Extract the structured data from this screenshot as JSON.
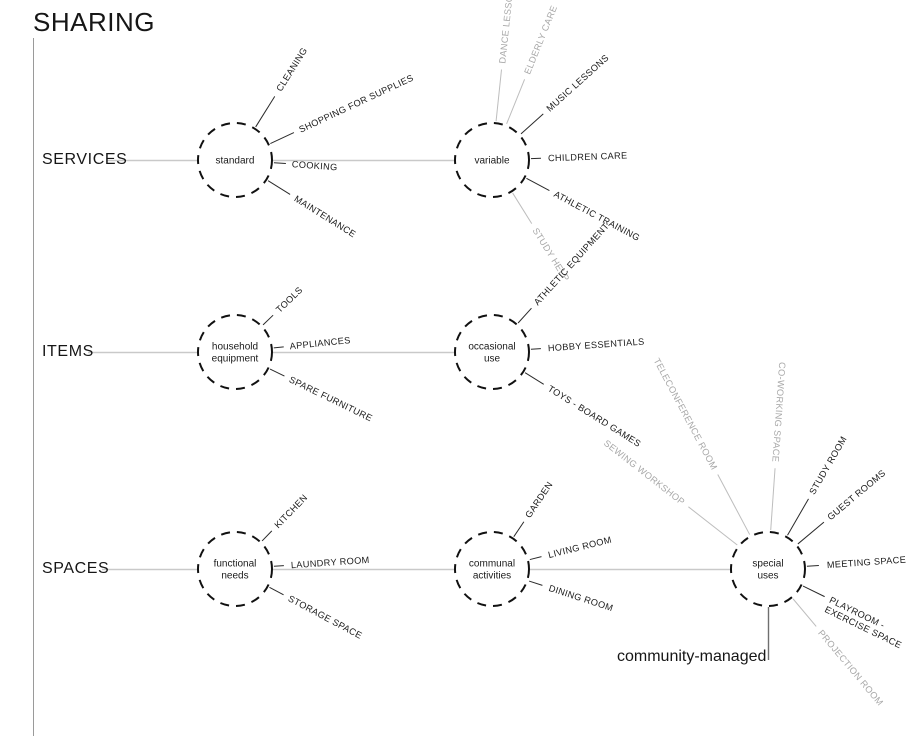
{
  "diagram": {
    "title": "SHARING",
    "footnote": "community-managed",
    "colors": {
      "ink": "#1a1a1a",
      "muted": "#a8a8a8",
      "rail": "#c9c9c9",
      "axis": "#9a9a9a",
      "background": "#ffffff"
    },
    "rows": [
      {
        "label": "SERVICES",
        "nodes": [
          {
            "name": "standard",
            "lines": [
              "standard"
            ],
            "spokes": [
              {
                "label": "CLEANING",
                "muted": false
              },
              {
                "label": "SHOPPING FOR SUPPLIES",
                "muted": false
              },
              {
                "label": "COOKING",
                "muted": false
              },
              {
                "label": "MAINTENANCE",
                "muted": false
              }
            ]
          },
          {
            "name": "variable",
            "lines": [
              "variable"
            ],
            "spokes": [
              {
                "label": "DANCE LESSONS",
                "muted": true
              },
              {
                "label": "ELDERLY CARE",
                "muted": true
              },
              {
                "label": "MUSIC LESSONS",
                "muted": false
              },
              {
                "label": "CHILDREN CARE",
                "muted": false
              },
              {
                "label": "ATHLETIC TRAINING",
                "muted": false
              },
              {
                "label": "STUDY HELP",
                "muted": true
              }
            ]
          }
        ]
      },
      {
        "label": "ITEMS",
        "nodes": [
          {
            "name": "household equipment",
            "lines": [
              "household",
              "equipment"
            ],
            "spokes": [
              {
                "label": "TOOLS",
                "muted": false
              },
              {
                "label": "APPLIANCES",
                "muted": false
              },
              {
                "label": "SPARE FURNITURE",
                "muted": false
              }
            ]
          },
          {
            "name": "occasional use",
            "lines": [
              "occasional",
              "use"
            ],
            "spokes": [
              {
                "label": "ATHLETIC EQUIPMENT",
                "muted": false
              },
              {
                "label": "HOBBY ESSENTIALS",
                "muted": false
              },
              {
                "label": "TOYS - BOARD GAMES",
                "muted": false
              }
            ]
          }
        ]
      },
      {
        "label": "SPACES",
        "nodes": [
          {
            "name": "functional needs",
            "lines": [
              "functional",
              "needs"
            ],
            "spokes": [
              {
                "label": "KITCHEN",
                "muted": false
              },
              {
                "label": "LAUNDRY ROOM",
                "muted": false
              },
              {
                "label": "STORAGE SPACE",
                "muted": false
              }
            ]
          },
          {
            "name": "communal activities",
            "lines": [
              "communal",
              "activities"
            ],
            "spokes": [
              {
                "label": "GARDEN",
                "muted": false
              },
              {
                "label": "LIVING ROOM",
                "muted": false
              },
              {
                "label": "DINING ROOM",
                "muted": false
              }
            ]
          },
          {
            "name": "special uses",
            "lines": [
              "special",
              "uses"
            ],
            "spokes": [
              {
                "label": "SEWING WORKSHOP",
                "muted": true
              },
              {
                "label": "TELECONFERENCE ROOM",
                "muted": true
              },
              {
                "label": "CO-WORKING SPACE",
                "muted": true
              },
              {
                "label": "STUDY ROOM",
                "muted": false
              },
              {
                "label": "GUEST ROOMS",
                "muted": false
              },
              {
                "label": "MEETING SPACE",
                "muted": false
              },
              {
                "label": "PLAYROOM - EXERCISE SPACE",
                "muted": false,
                "lines": [
                  "PLAYROOM -",
                  "EXERCISE SPACE"
                ]
              },
              {
                "label": "PROJECTION ROOM",
                "muted": true
              }
            ]
          }
        ]
      }
    ]
  }
}
